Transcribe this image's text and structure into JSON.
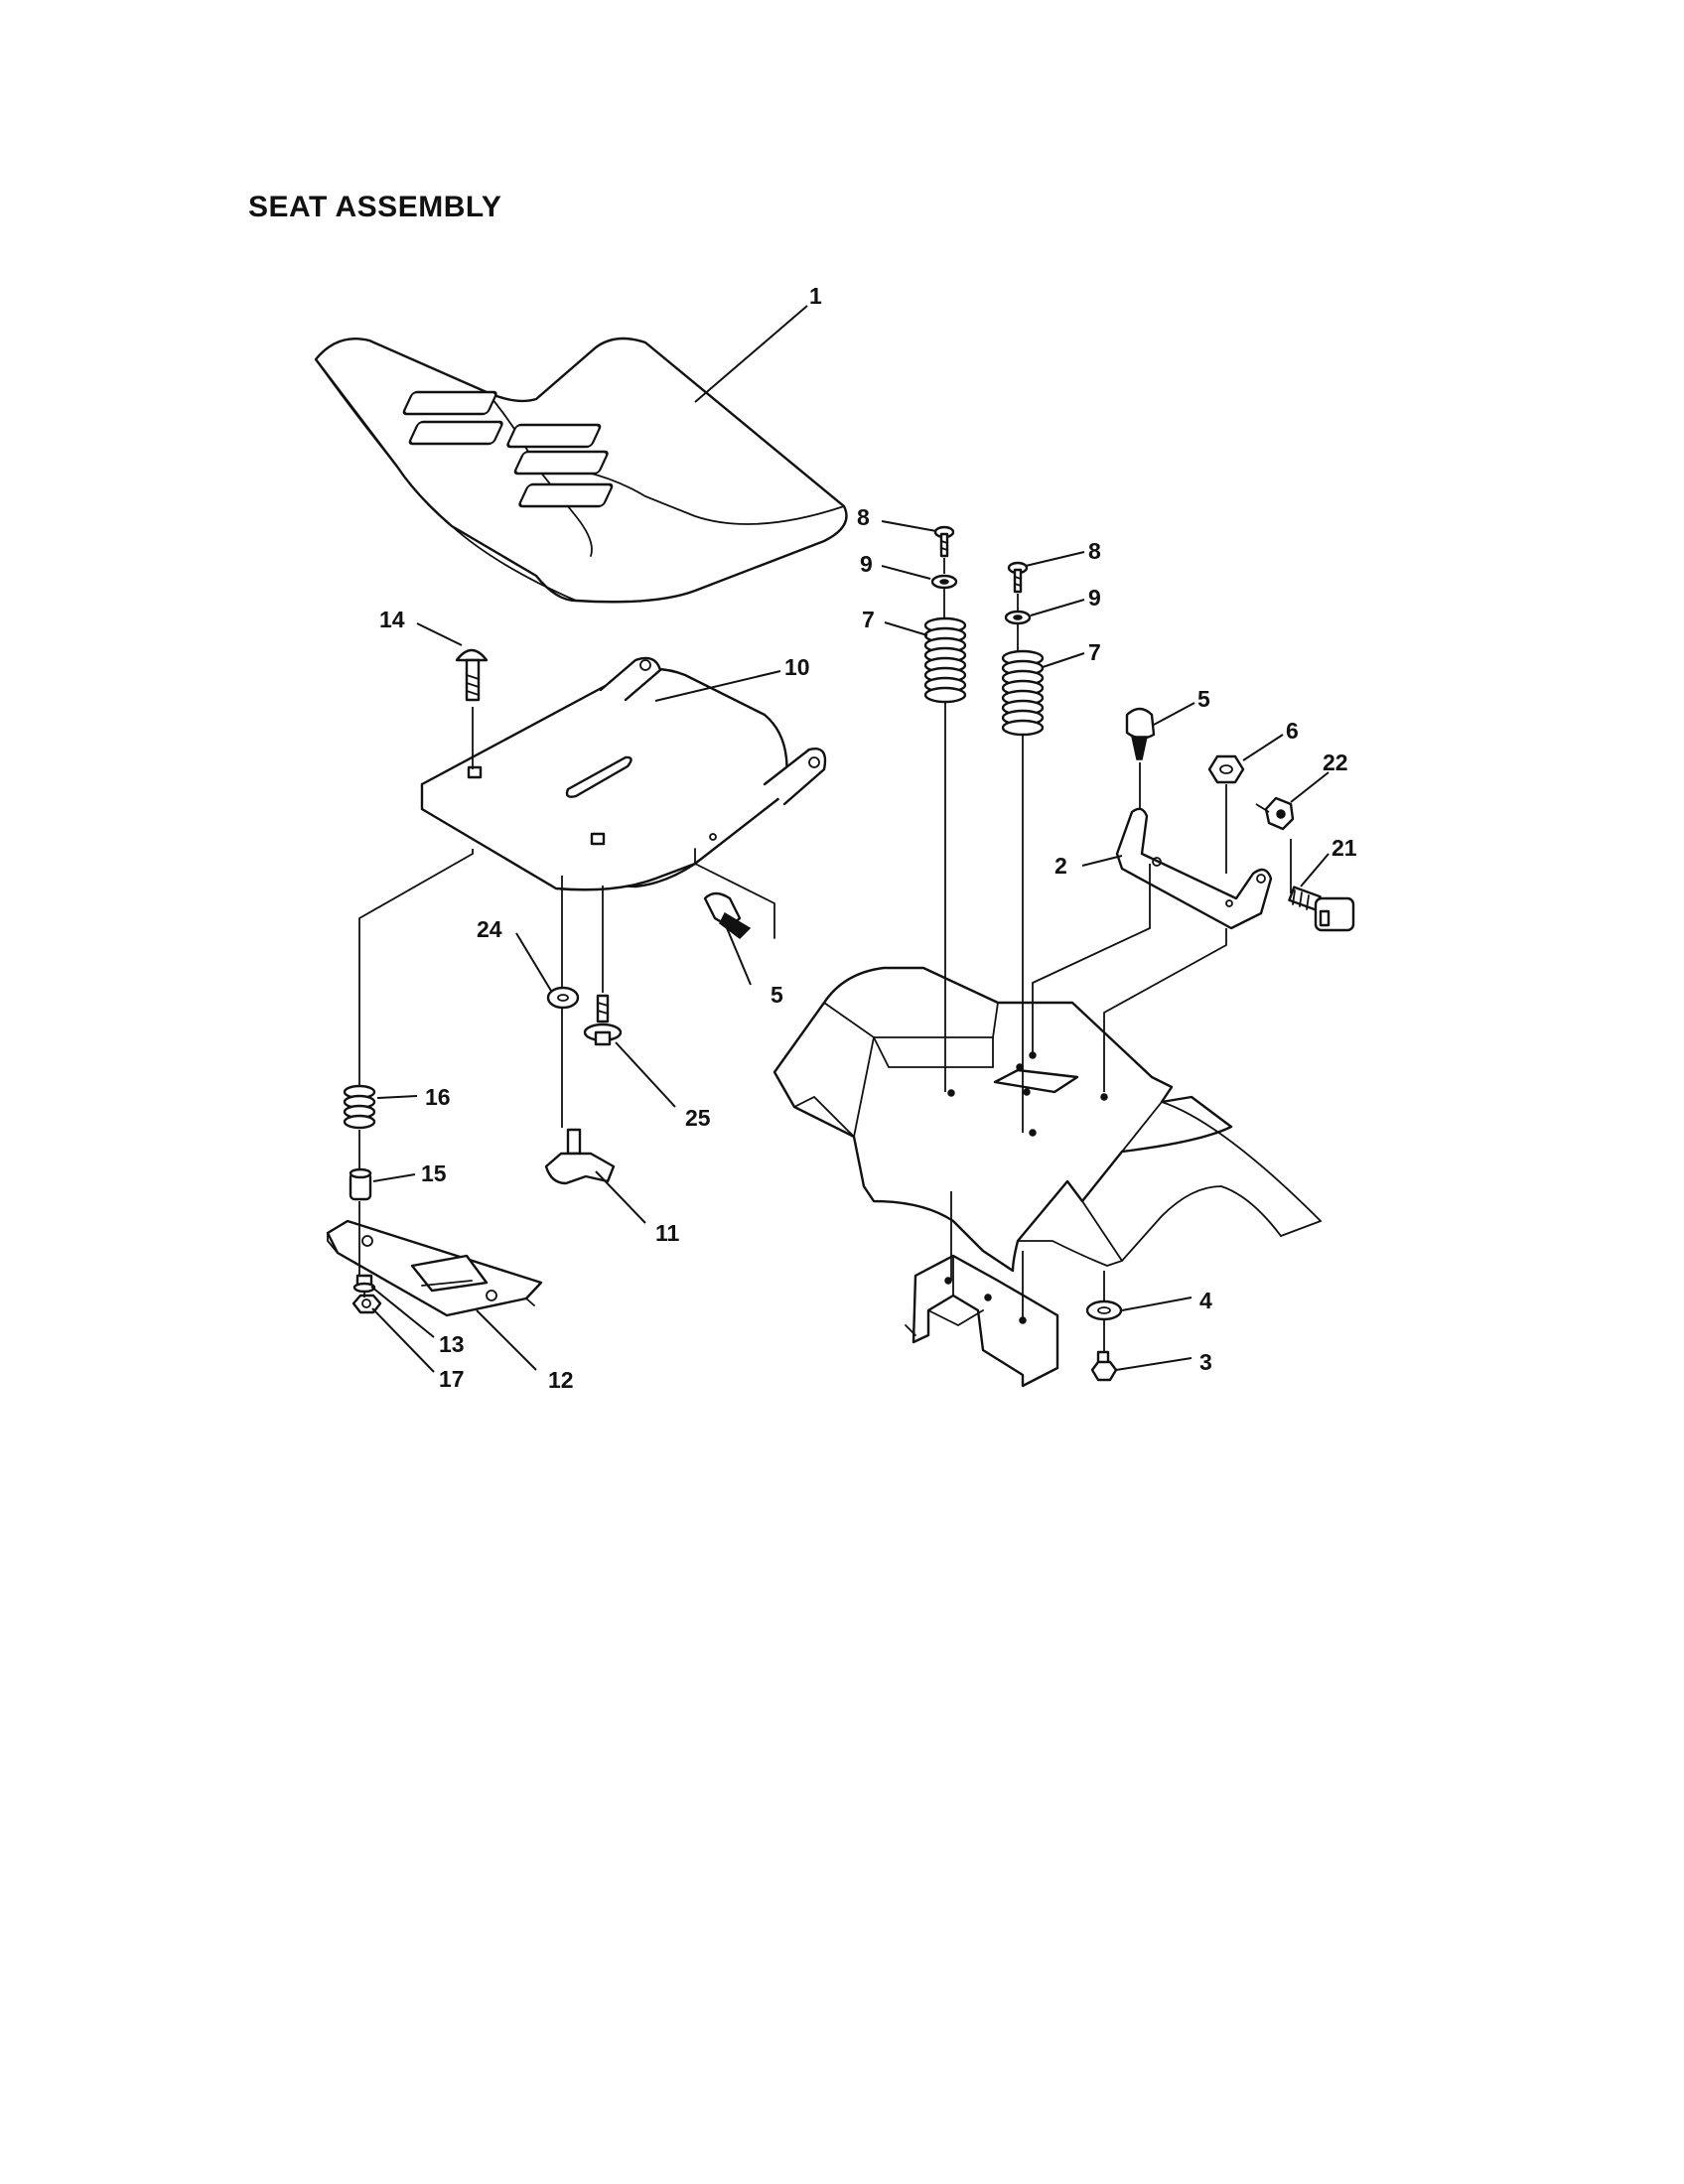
{
  "title": "SEAT ASSEMBLY",
  "callouts": {
    "c1": "1",
    "c2": "2",
    "c3": "3",
    "c4": "4",
    "c5a": "5",
    "c5b": "5",
    "c6": "6",
    "c7a": "7",
    "c7b": "7",
    "c8a": "8",
    "c8b": "8",
    "c9a": "9",
    "c9b": "9",
    "c10": "10",
    "c11": "11",
    "c12": "12",
    "c13": "13",
    "c14": "14",
    "c15": "15",
    "c16": "16",
    "c17": "17",
    "c21": "21",
    "c22": "22",
    "c24": "24",
    "c25": "25"
  }
}
